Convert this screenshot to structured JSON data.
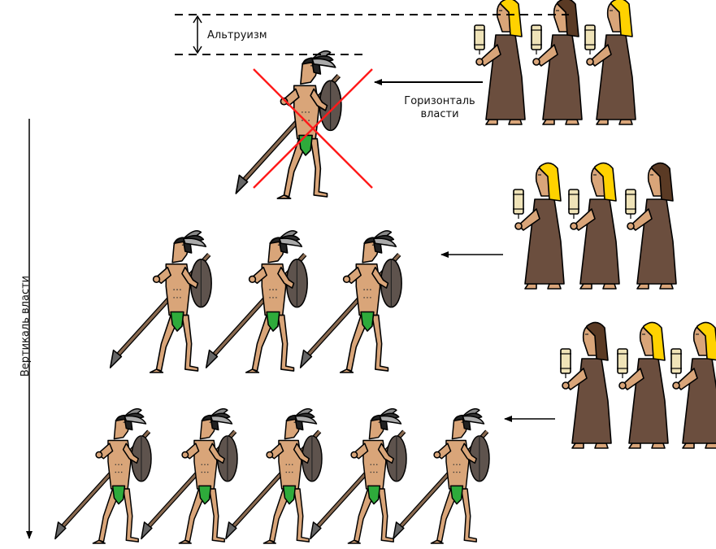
{
  "labels": {
    "altruism": "Альтруизм",
    "horizontal_power": "Горизонталь власти",
    "vertical_power": "Вертикаль власти"
  },
  "colors": {
    "skin": "#d9a579",
    "robe": "#6b4e3e",
    "blonde": "#ffd200",
    "brunette": "#5a3a24",
    "scroll": "#efe3b8",
    "shield": "#5e534d",
    "loincloth": "#2eab3b",
    "cross": "#ff1a1a",
    "line": "#000000"
  },
  "rows": [
    {
      "warriors": 1,
      "crossed": true,
      "women": [
        "blonde",
        "brunette",
        "blonde"
      ]
    },
    {
      "warriors": 3,
      "crossed": false,
      "women": [
        "blonde",
        "blonde",
        "brunette"
      ]
    },
    {
      "warriors": 5,
      "crossed": false,
      "women": [
        "brunette",
        "blonde",
        "blonde"
      ]
    }
  ]
}
